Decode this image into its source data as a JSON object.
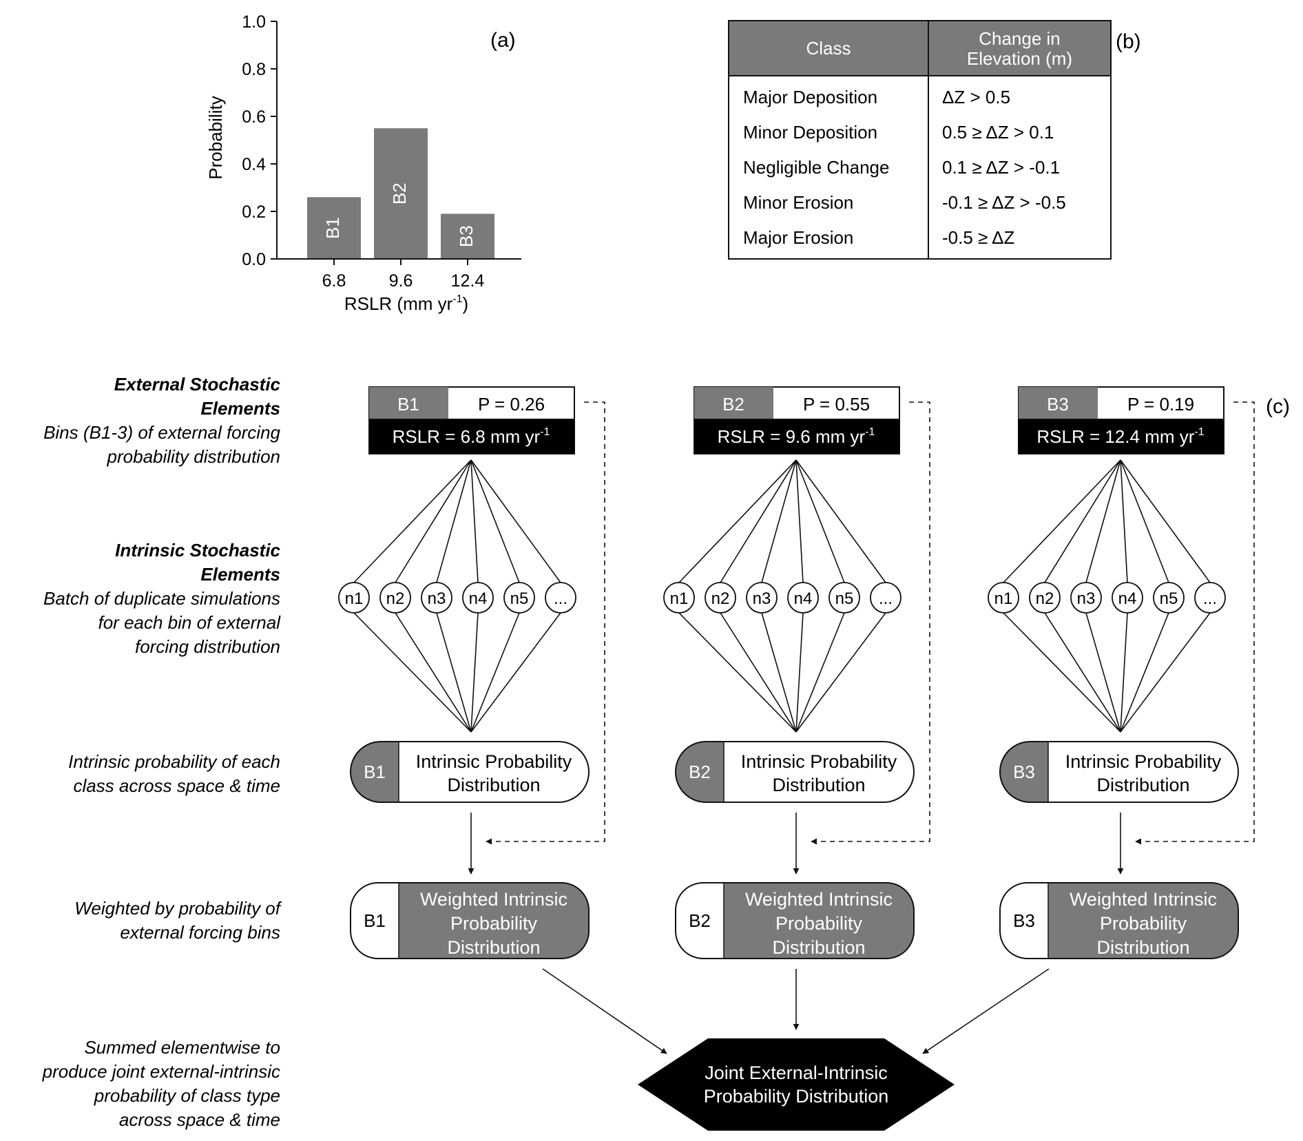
{
  "panel_labels": {
    "a": "(a)",
    "b": "(b)",
    "c": "(c)"
  },
  "chart_data": {
    "type": "bar",
    "categories": [
      "6.8",
      "9.6",
      "12.4"
    ],
    "values": [
      0.26,
      0.55,
      0.19
    ],
    "bar_labels": [
      "B1",
      "B2",
      "B3"
    ],
    "ylabel": "Probability",
    "xlabel_main": "RSLR (mm yr",
    "xlabel_sup": "-1",
    "xlabel_close": ")",
    "ylim": [
      0,
      1.0
    ],
    "yticks": [
      "0.0",
      "0.2",
      "0.4",
      "0.6",
      "0.8",
      "1.0"
    ],
    "bar_color": "#7a7a7a",
    "grid": false
  },
  "class_table": {
    "headers": [
      "Class",
      [
        "Change in",
        "Elevation (m)"
      ]
    ],
    "rows": [
      [
        "Major Deposition",
        "ΔZ > 0.5"
      ],
      [
        "Minor Deposition",
        "0.5 ≥ ΔZ > 0.1"
      ],
      [
        "Negligible Change",
        "0.1 ≥ ΔZ > -0.1"
      ],
      [
        "Minor Erosion",
        "-0.1 ≥ ΔZ > -0.5"
      ],
      [
        "Major Erosion",
        "-0.5 ≥ ΔZ"
      ]
    ],
    "header_color": "#7a7a7a"
  },
  "row_labels": [
    {
      "bold": [
        "External Stochastic",
        "Elements"
      ],
      "text": [
        "Bins (B1-3) of external forcing",
        "probability distribution"
      ]
    },
    {
      "bold": [
        "Intrinsic Stochastic",
        "Elements"
      ],
      "text": [
        "Batch of duplicate simulations",
        "for each bin of external",
        "forcing distribution"
      ]
    },
    {
      "bold": [],
      "text": [
        "Intrinsic probability of each",
        "class across space & time"
      ]
    },
    {
      "bold": [],
      "text": [
        "Weighted by probability of",
        "external forcing bins"
      ]
    },
    {
      "bold": [],
      "text": [
        "Summed elementwise to",
        "produce joint external-intrinsic",
        "probability of class type",
        "across space & time"
      ]
    }
  ],
  "bins": [
    {
      "id": "B1",
      "p": "P = 0.26",
      "rslr": "RSLR = 6.8 mm yr",
      "sup": "-1"
    },
    {
      "id": "B2",
      "p": "P = 0.55",
      "rslr": "RSLR = 9.6 mm yr",
      "sup": "-1"
    },
    {
      "id": "B3",
      "p": "P = 0.19",
      "rslr": "RSLR = 12.4 mm yr",
      "sup": "-1"
    }
  ],
  "sim_nodes": [
    "n1",
    "n2",
    "n3",
    "n4",
    "n5",
    "..."
  ],
  "intrinsic_box": [
    "Intrinsic Probability",
    "Distribution"
  ],
  "weighted_box": [
    "Weighted Intrinsic",
    "Probability",
    "Distribution"
  ],
  "joint_box": [
    "Joint External-Intrinsic",
    "Probability Distribution"
  ],
  "colors": {
    "gray": "#7a7a7a",
    "black": "#000000",
    "line": "#111111"
  }
}
